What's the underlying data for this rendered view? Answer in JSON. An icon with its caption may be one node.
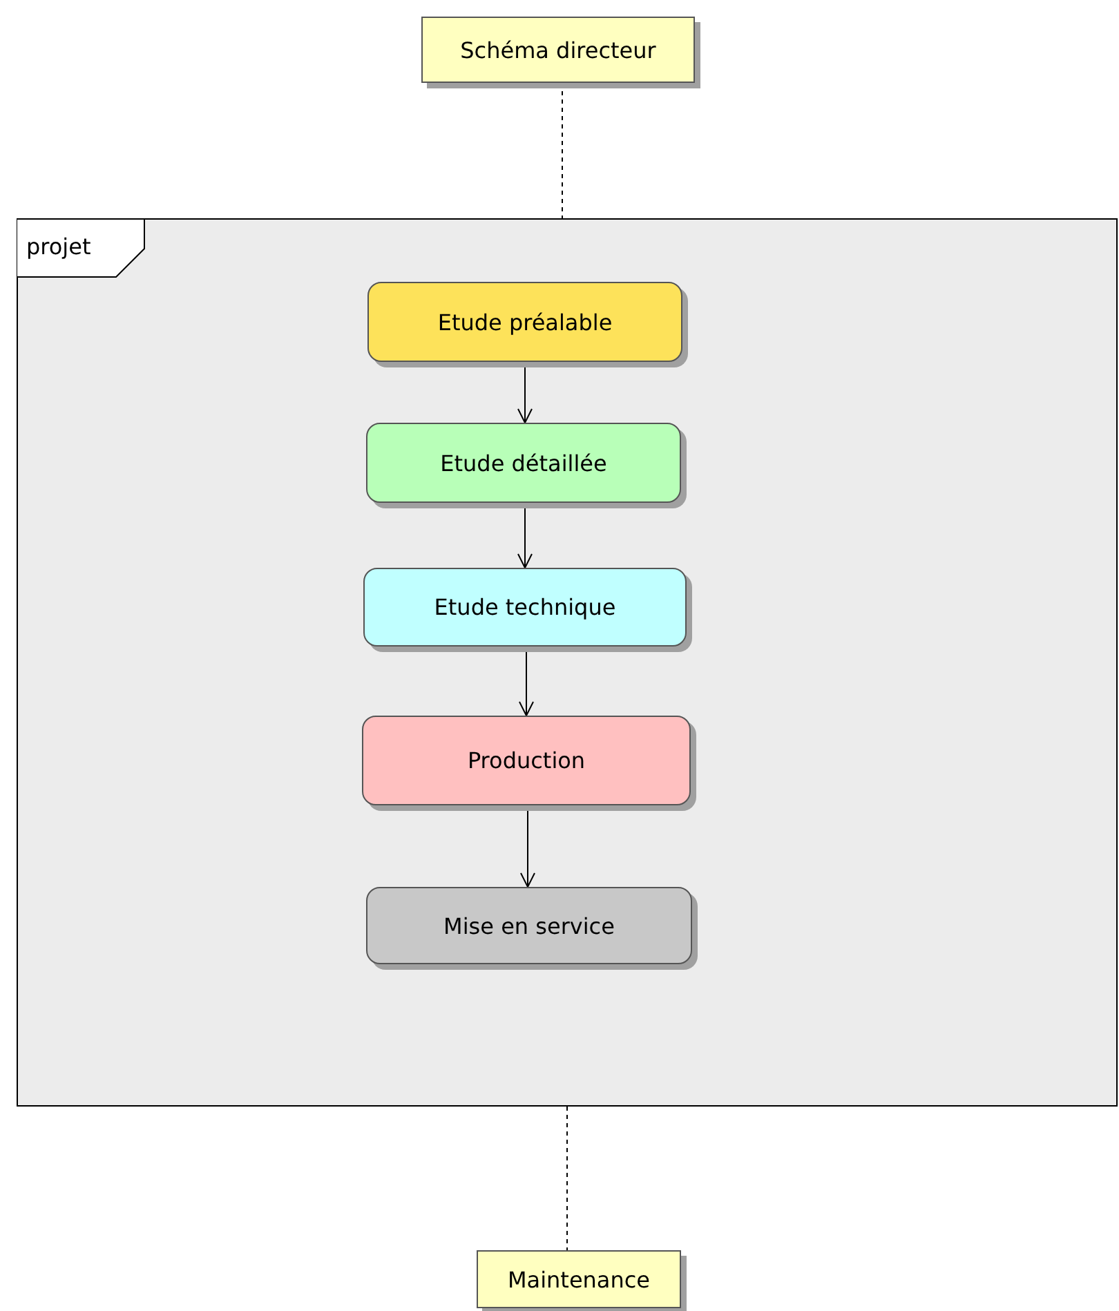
{
  "diagram": {
    "nodes": [
      {
        "text": [
          "Schéma directeur"
        ]
      },
      {
        "text": [
          "projet"
        ]
      },
      {
        "text": [
          "Etude préalable"
        ],
        "in": 1
      },
      {
        "text": [
          "Etude détaillée"
        ],
        "in": 1
      },
      {
        "text": [
          "Etude technique"
        ],
        "in": 1
      },
      {
        "text": [
          "Production"
        ],
        "in": 1
      },
      {
        "text": [
          "Mise en service"
        ],
        "in": 1
      },
      {
        "text": [
          "Maintenance"
        ]
      }
    ],
    "edges": [
      {
        "from": 0,
        "to": 1,
        "arrow": "none",
        "style": "dashed"
      },
      {
        "from": 2,
        "to": 3,
        "arrow": "to"
      },
      {
        "from": 3,
        "to": 4,
        "arrow": "to"
      },
      {
        "from": 4,
        "to": 5,
        "arrow": "to"
      },
      {
        "from": 5,
        "to": 6,
        "arrow": "to"
      },
      {
        "from": 1,
        "to": 7,
        "arrow": "none",
        "style": "dashed"
      }
    ]
  }
}
